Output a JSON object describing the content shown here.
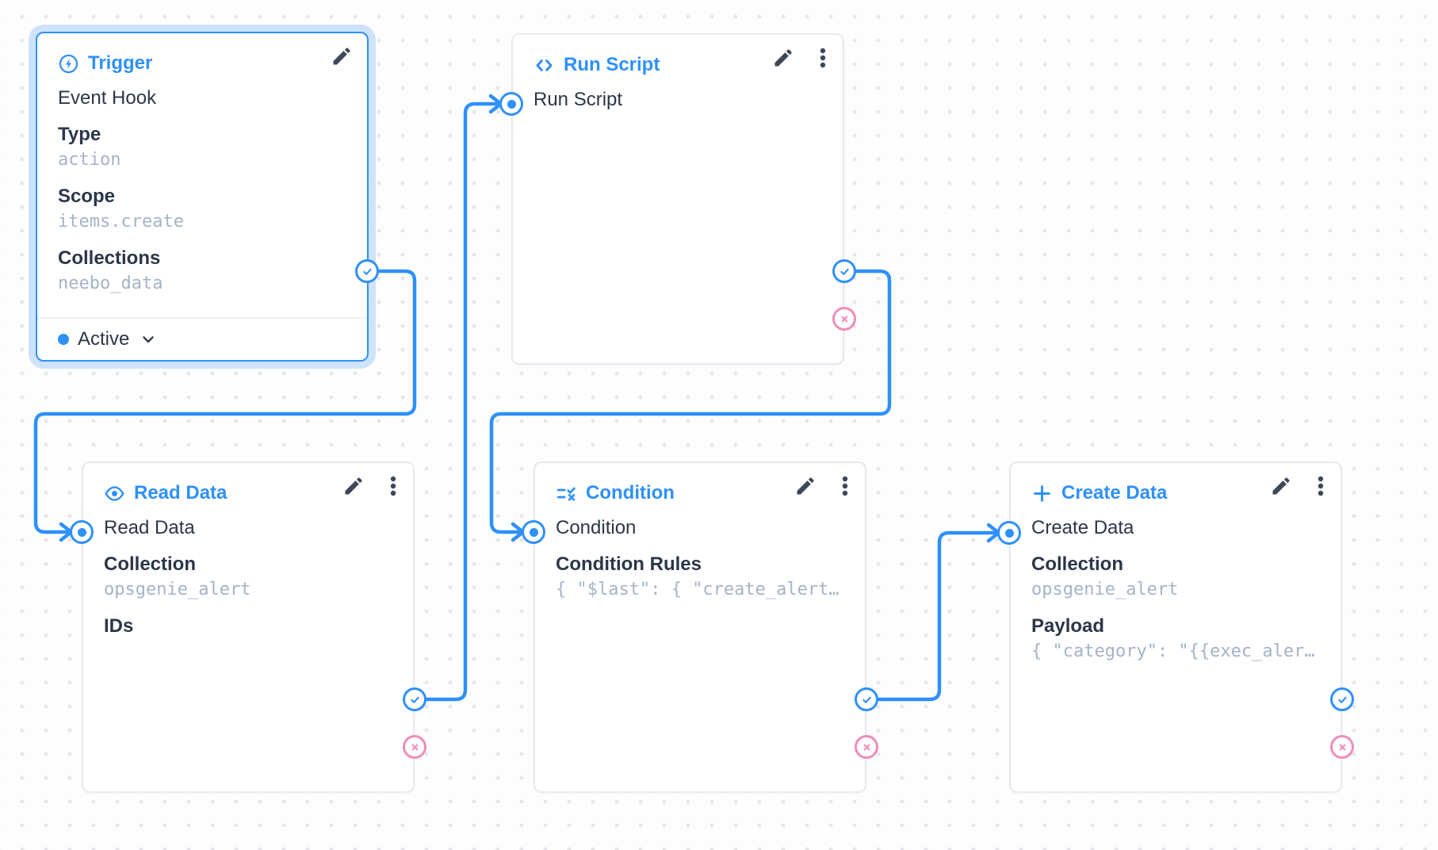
{
  "app": {
    "view": "flow-editor"
  },
  "colors": {
    "accent_blue": "#2e90fb",
    "reject_pink": "#f08cba",
    "text_dark": "#2b3648",
    "value_slate": "#a4b3c9",
    "node_border": "#e6e9ef",
    "selection_halo": "#cfe2fc",
    "canvas_dot": "#e4e6ea"
  },
  "nodes": [
    {
      "id": "trigger",
      "title": "Trigger",
      "icon": "bolt-circle-icon",
      "selected": true,
      "operation": "Event Hook",
      "fields": [
        {
          "label": "Type",
          "value": "action"
        },
        {
          "label": "Scope",
          "value": "items.create"
        },
        {
          "label": "Collections",
          "value": "neebo_data"
        }
      ],
      "status": {
        "label": "Active"
      }
    },
    {
      "id": "run-script",
      "title": "Run Script",
      "icon": "code-icon",
      "operation": "Run Script",
      "fields": []
    },
    {
      "id": "read-data",
      "title": "Read Data",
      "icon": "eye-icon",
      "operation": "Read Data",
      "fields": [
        {
          "label": "Collection",
          "value": "opsgenie_alert"
        },
        {
          "label": "IDs",
          "value": ""
        }
      ]
    },
    {
      "id": "condition",
      "title": "Condition",
      "icon": "rule-icon",
      "operation": "Condition",
      "fields": [
        {
          "label": "Condition Rules",
          "value": "{ \"$last\": { \"create_alert…"
        }
      ]
    },
    {
      "id": "create-data",
      "title": "Create Data",
      "icon": "plus-icon",
      "operation": "Create Data",
      "fields": [
        {
          "label": "Collection",
          "value": "opsgenie_alert"
        },
        {
          "label": "Payload",
          "value": "{ \"category\": \"{{exec_aler…"
        }
      ]
    }
  ]
}
